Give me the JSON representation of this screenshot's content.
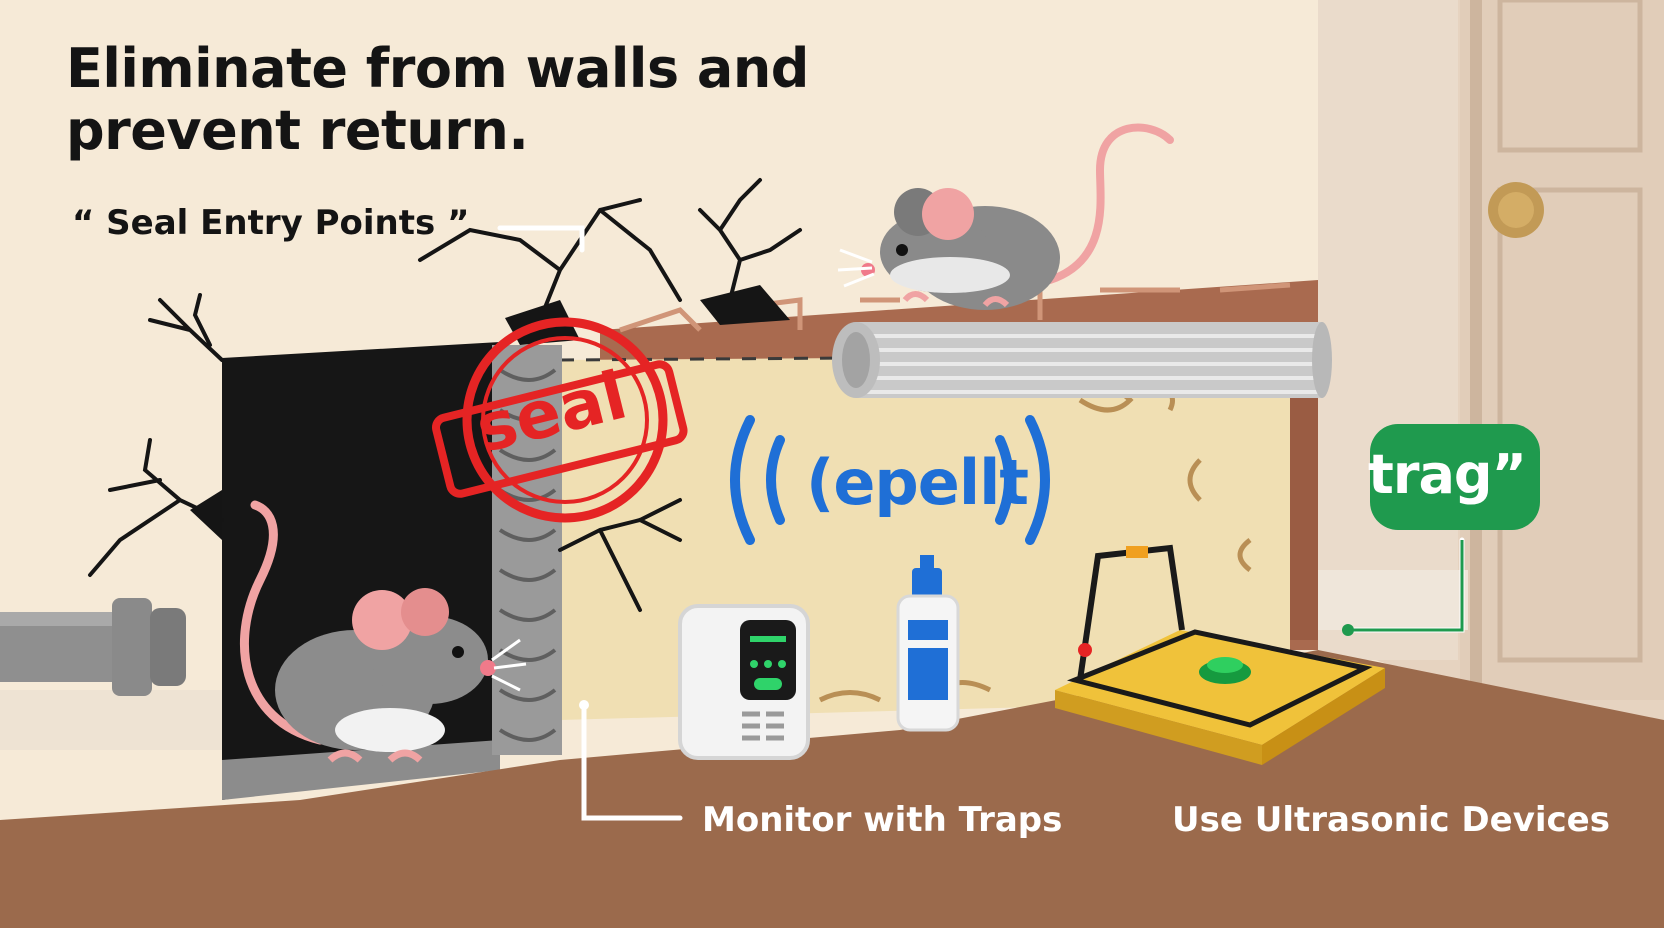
{
  "headline": {
    "line1": "Eliminate from walls and",
    "line2": "prevent return."
  },
  "labels": {
    "seal_entry": "“ Seal Entry Points ”",
    "monitor": "Monitor with Traps",
    "ultrasonic": "Use Ultrasonic Devices"
  },
  "signs": {
    "seal_stamp": "seal",
    "repel": "(epellt",
    "trap": "trag”"
  },
  "colors": {
    "wall": "#f6ead7",
    "floor": "#9b6a4c",
    "brick": "#b06a4e",
    "hole": "#161616",
    "stamp_red": "#e52424",
    "repel_blue": "#1f6fd6",
    "trap_green": "#1f9a4e",
    "mouse_gray": "#8c8c8c",
    "mouse_pink": "#f0a3a3",
    "door": "#e5d3c1"
  },
  "icons": [
    "mouse-icon",
    "wall-crack-icon",
    "pipe-icon",
    "snap-trap-icon",
    "ultrasonic-device-icon",
    "spray-bottle-icon",
    "door-knob-icon"
  ]
}
